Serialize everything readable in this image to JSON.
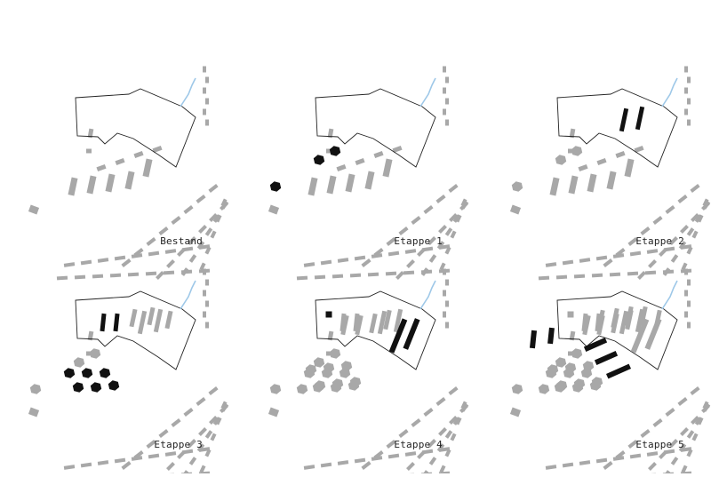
{
  "colors": {
    "existing": "#a8a8a8",
    "new": "#111111",
    "site_outline": "#222222",
    "stream": "#9ec8e8",
    "background": "#ffffff"
  },
  "panels": [
    {
      "id": "bestand",
      "label": "Bestand",
      "stage": 0
    },
    {
      "id": "etappe-1",
      "label": "Etappe 1",
      "stage": 1
    },
    {
      "id": "etappe-2",
      "label": "Etappe 2",
      "stage": 2
    },
    {
      "id": "etappe-3",
      "label": "Etappe 3",
      "stage": 3
    },
    {
      "id": "etappe-4",
      "label": "Etappe 4",
      "stage": 4
    },
    {
      "id": "etappe-5",
      "label": "Etappe 5",
      "stage": 5
    }
  ]
}
